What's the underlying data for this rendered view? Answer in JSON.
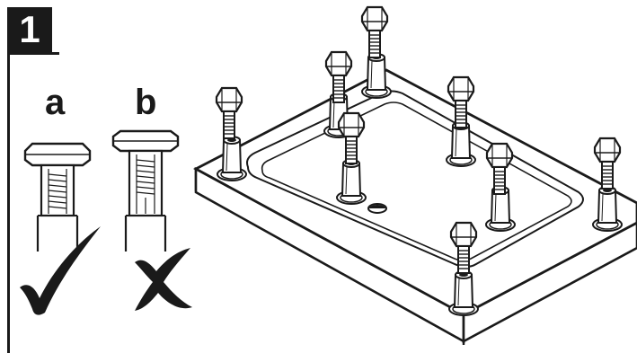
{
  "step": {
    "number": "1"
  },
  "options": [
    {
      "label": "a",
      "verdict": "correct"
    },
    {
      "label": "b",
      "verdict": "incorrect"
    }
  ],
  "icons": [
    "checkmark-icon",
    "cross-icon",
    "bolt-icon",
    "washer-icon"
  ],
  "colors": {
    "ink": "#1a1a1a",
    "paper": "#ffffff"
  }
}
